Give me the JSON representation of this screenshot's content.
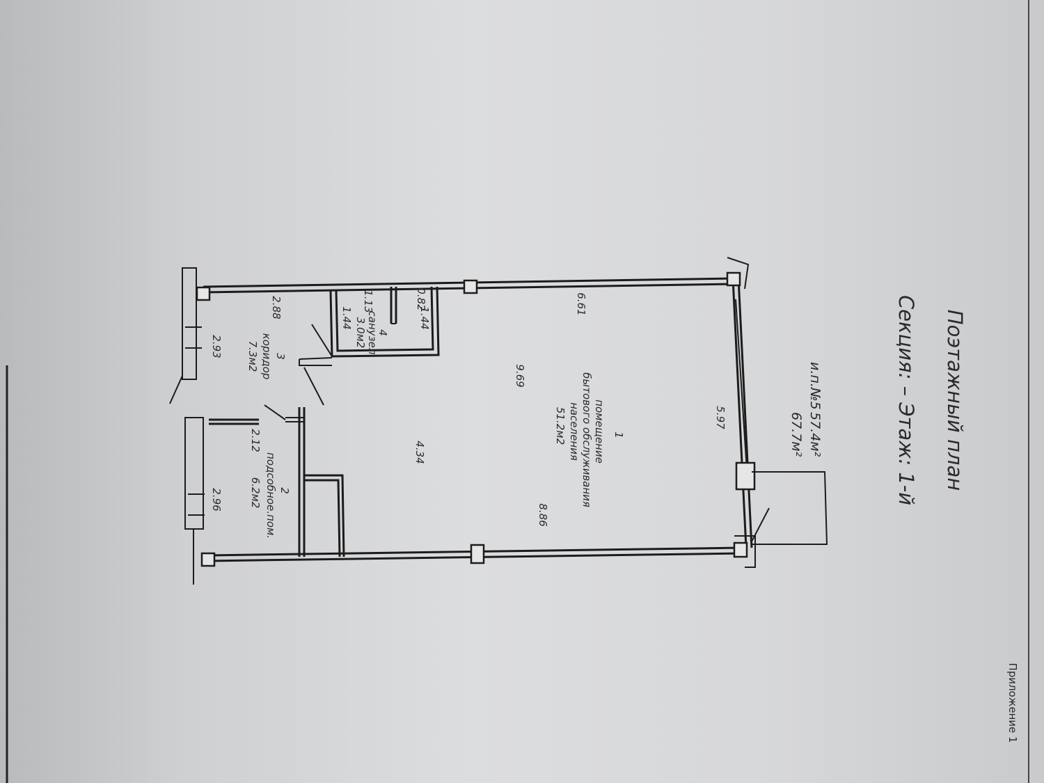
{
  "appendix": "Приложение 1",
  "title": "Поэтажный план",
  "subtitle": "Секция: – Этаж: 1-й",
  "unit_number": "и.п.№5",
  "area_total_1": "57.4м²",
  "area_total_2": "67.7м²",
  "rooms": [
    {
      "num": "1",
      "lines": [
        "помещение",
        "бытового обслуживания",
        "населения",
        "51.2м2"
      ]
    },
    {
      "num": "2",
      "lines": [
        "подсобное.пом.",
        "6.2м2"
      ]
    },
    {
      "num": "3",
      "lines": [
        "коридор",
        "7.3м2"
      ]
    },
    {
      "num": "4",
      "lines": [
        "санузел",
        "3.0м2"
      ]
    }
  ],
  "dimensions": {
    "d597": "5.97",
    "d661": "6.61",
    "d969": "9.69",
    "d886": "8.86",
    "d434": "4.34",
    "d288": "2.88",
    "d293": "2.93",
    "d212": "2.12",
    "d296": "2.96",
    "d113": "1.13",
    "d082": "0.82",
    "d144a": "1.44",
    "d144b": "1.44"
  }
}
